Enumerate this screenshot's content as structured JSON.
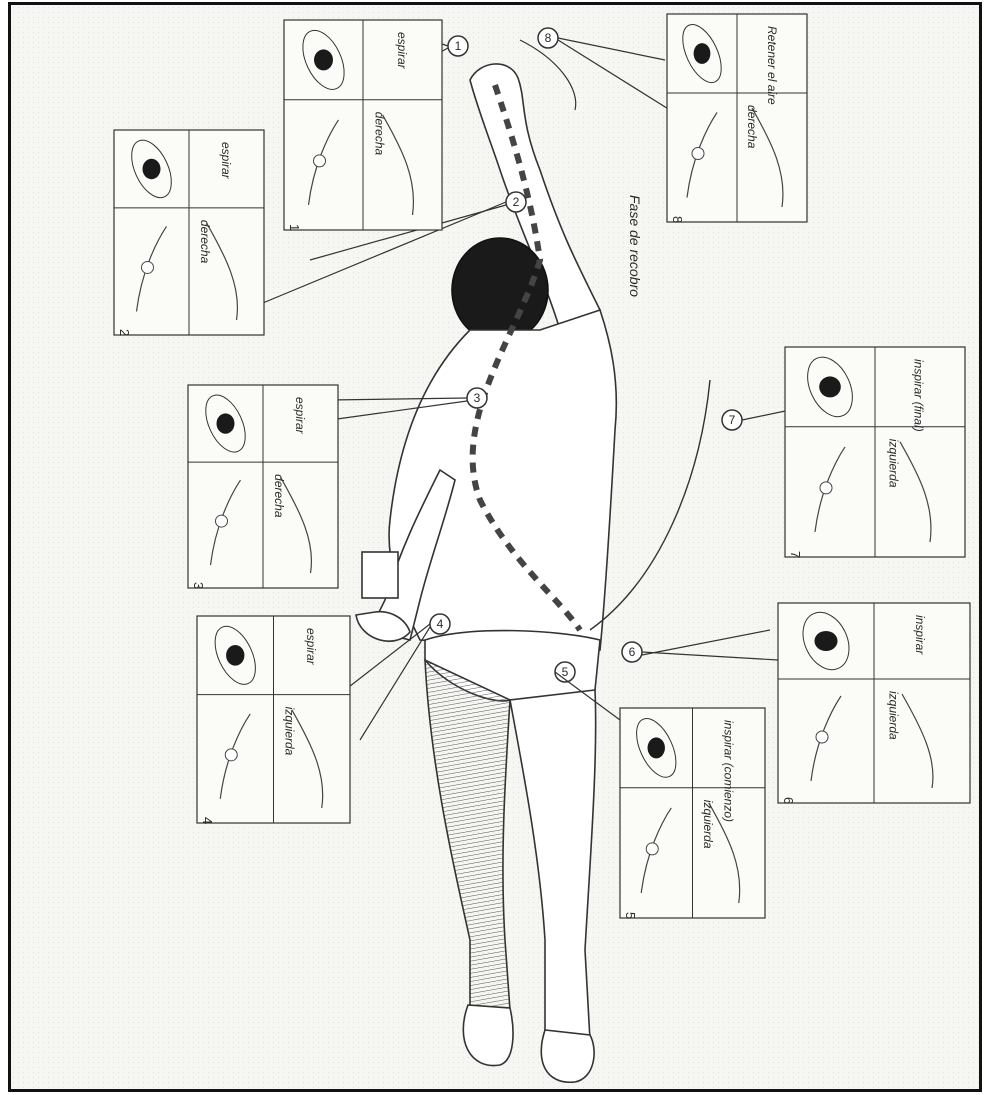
{
  "figure": {
    "phase_label": "Fase de recobro",
    "callouts": [
      "1",
      "2",
      "3",
      "4",
      "5",
      "6",
      "7",
      "8"
    ]
  },
  "panels": [
    {
      "number": "1",
      "breath": "espirar",
      "side": "derecha"
    },
    {
      "number": "2",
      "breath": "espirar",
      "side": "derecha"
    },
    {
      "number": "3",
      "breath": "espirar",
      "side": "derecha"
    },
    {
      "number": "4",
      "breath": "espirar",
      "side": "izquierda"
    },
    {
      "number": "5",
      "breath": "inspirar (comienzo)",
      "side": "izquierda"
    },
    {
      "number": "6",
      "breath": "inspirar",
      "side": "izquierda"
    },
    {
      "number": "7",
      "breath": "inspirar (final)",
      "side": "izquierda"
    },
    {
      "number": "8",
      "breath": "Retener el aire",
      "side": "derecha"
    }
  ]
}
